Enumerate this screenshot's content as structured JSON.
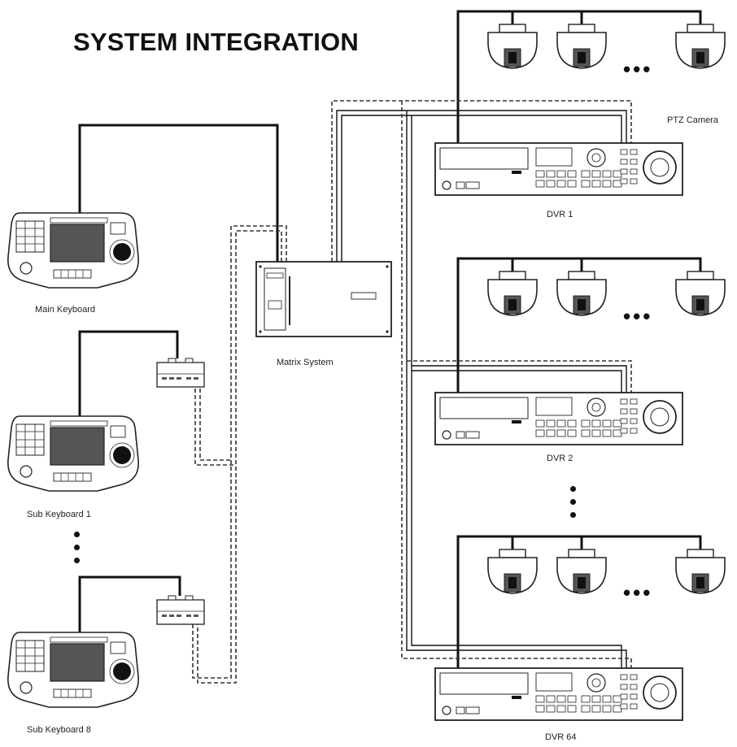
{
  "title": "SYSTEM INTEGRATION",
  "labels": {
    "main_keyboard": "Main Keyboard",
    "sub_keyboard_1": "Sub Keyboard 1",
    "sub_keyboard_8": "Sub Keyboard 8",
    "matrix_system": "Matrix System",
    "ptz_camera": "PTZ Camera",
    "dvr_1": "DVR 1",
    "dvr_2": "DVR 2",
    "dvr_64": "DVR 64"
  },
  "ellipsis": "•••",
  "colors": {
    "line": "#111111",
    "device_outline": "#222222",
    "device_fill": "#ffffff",
    "screen": "#555555",
    "dashed": "#333333"
  },
  "icons": [
    "keyboard-controller-icon",
    "junction-box-icon",
    "matrix-rack-icon",
    "dvr-recorder-icon",
    "ptz-dome-camera-icon"
  ]
}
